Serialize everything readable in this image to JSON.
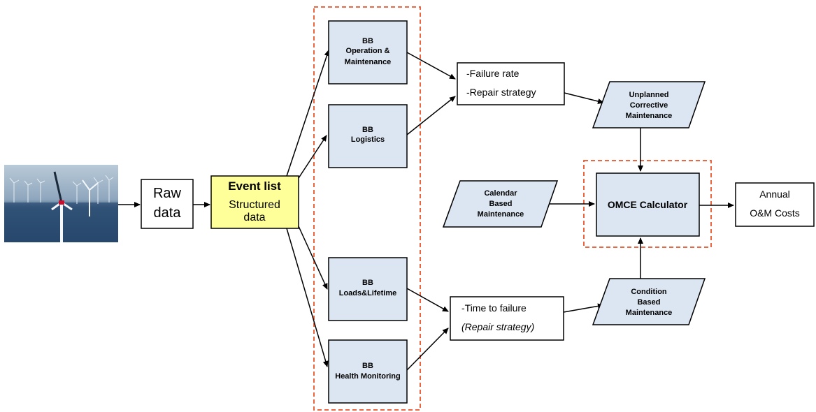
{
  "photo": {
    "alt": "offshore-wind-farm-photo"
  },
  "raw_data": {
    "line1": "Raw",
    "line2": "data"
  },
  "event_list": {
    "title": "Event list",
    "line1": "Structured",
    "line2": "data"
  },
  "building_blocks": [
    {
      "line1": "BB",
      "line2": "Operation &",
      "line3": "Maintenance"
    },
    {
      "line1": "BB",
      "line2": "Logistics"
    },
    {
      "line1": "BB",
      "line2": "Loads&Lifetime"
    },
    {
      "line1": "BB",
      "line2": "Health Monitoring"
    }
  ],
  "failure_box": {
    "line1": "-Failure rate",
    "line2": "-Repair strategy"
  },
  "time_box": {
    "line1": "-Time to failure",
    "line2": "(Repair strategy)"
  },
  "unplanned": {
    "line1": "Unplanned",
    "line2": "Corrective",
    "line3": "Maintenance"
  },
  "calendar": {
    "line1": "Calendar",
    "line2": "Based",
    "line3": "Maintenance"
  },
  "condition": {
    "line1": "Condition",
    "line2": "Based",
    "line3": "Maintenance"
  },
  "calculator": {
    "label": "OMCE Calculator"
  },
  "annual": {
    "line1": "Annual",
    "line2": "O&M Costs"
  },
  "colors": {
    "bb_fill": "#dce6f2",
    "event_fill": "#ffff99",
    "dashed_border": "#e8532a"
  }
}
